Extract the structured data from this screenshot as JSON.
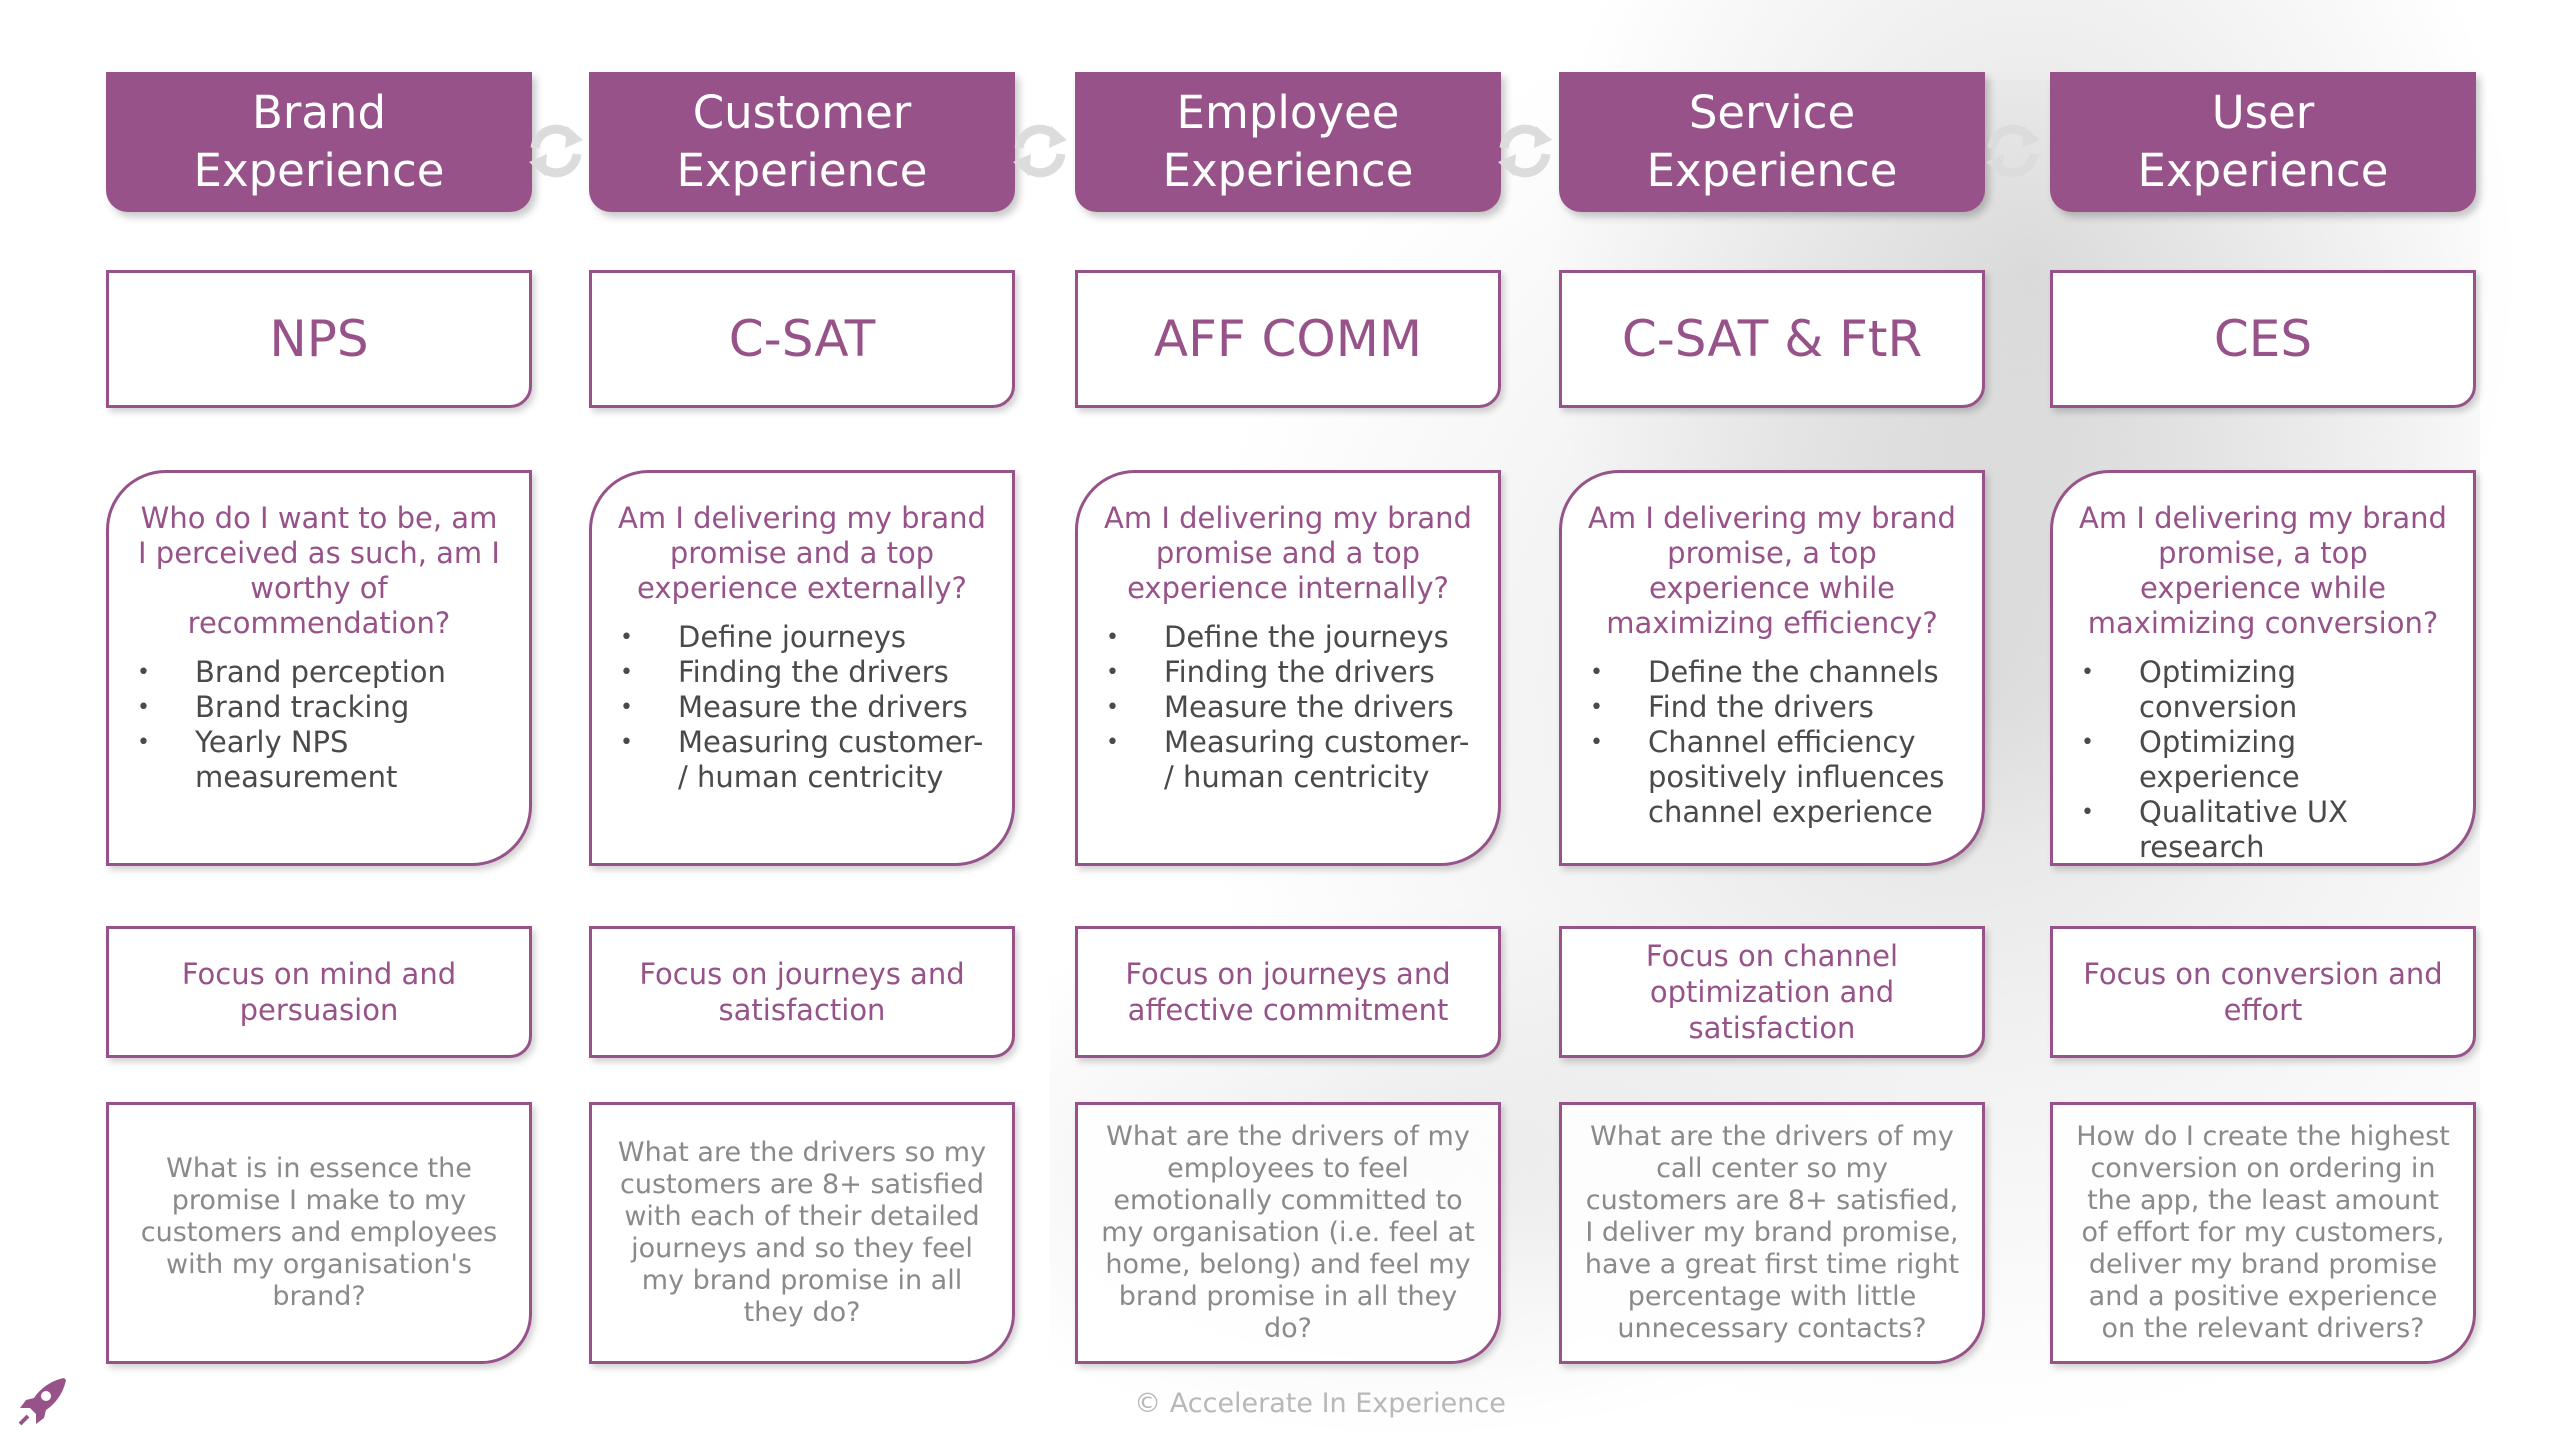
{
  "columns": [
    {
      "header": "Brand\nExperience",
      "metric": "NPS",
      "question": "Who do I want to be, am I perceived as such, am I worthy of recommendation?",
      "bullets": [
        "Brand perception",
        "Brand tracking",
        "Yearly NPS measurement"
      ],
      "focus": "Focus on mind and persuasion",
      "detail": "What is in essence the promise I make to my customers and employees with my organisation's brand?"
    },
    {
      "header": "Customer\nExperience",
      "metric": "C-SAT",
      "question": "Am I delivering my brand promise and a top experience externally?",
      "bullets": [
        "Define journeys",
        "Finding the drivers",
        "Measure the drivers",
        "Measuring customer- / human centricity"
      ],
      "focus": "Focus on journeys and satisfaction",
      "detail": "What are the drivers so my customers are 8+ satisfied with each of their detailed journeys and so they feel my brand promise in all they do?"
    },
    {
      "header": "Employee\nExperience",
      "metric": "AFF COMM",
      "question": "Am I delivering my brand promise and a top experience internally?",
      "bullets": [
        "Define the journeys",
        "Finding the drivers",
        "Measure the drivers",
        "Measuring customer- / human centricity"
      ],
      "focus": "Focus on journeys and affective commitment",
      "detail": "What are the drivers of my employees to feel emotionally committed to my organisation (i.e. feel at home, belong) and feel my brand promise in all they do?"
    },
    {
      "header": "Service\nExperience",
      "metric": "C-SAT & FtR",
      "question": "Am I delivering my brand promise, a top experience while maximizing efficiency?",
      "bullets": [
        "Define the channels",
        "Find the drivers",
        "Channel efficiency positively influences channel experience"
      ],
      "focus": "Focus on channel optimization and satisfaction",
      "detail": "What are the drivers of my call center so my customers are 8+ satisfied, I deliver my brand promise, have a great first time right percentage with little unnecessary contacts?"
    },
    {
      "header": "User\nExperience",
      "metric": "CES",
      "question": "Am I delivering my brand promise, a top experience while maximizing conversion?",
      "bullets": [
        "Optimizing conversion",
        "Optimizing experience",
        "Qualitative UX research"
      ],
      "focus": "Focus on conversion and effort",
      "detail": "How do I create the highest conversion on ordering in the app, the least amount of effort for my customers, deliver my brand promise and a positive experience on the relevant drivers?"
    }
  ],
  "footer": "© Accelerate In Experience",
  "icons": {
    "connector": "cycle-arrows-icon",
    "logo": "rocket-logo-icon"
  },
  "colors": {
    "accent": "#975389",
    "body_text": "#4a4a4a",
    "detail_text": "#8a8a8a",
    "footer_text": "#b8b8b8"
  }
}
